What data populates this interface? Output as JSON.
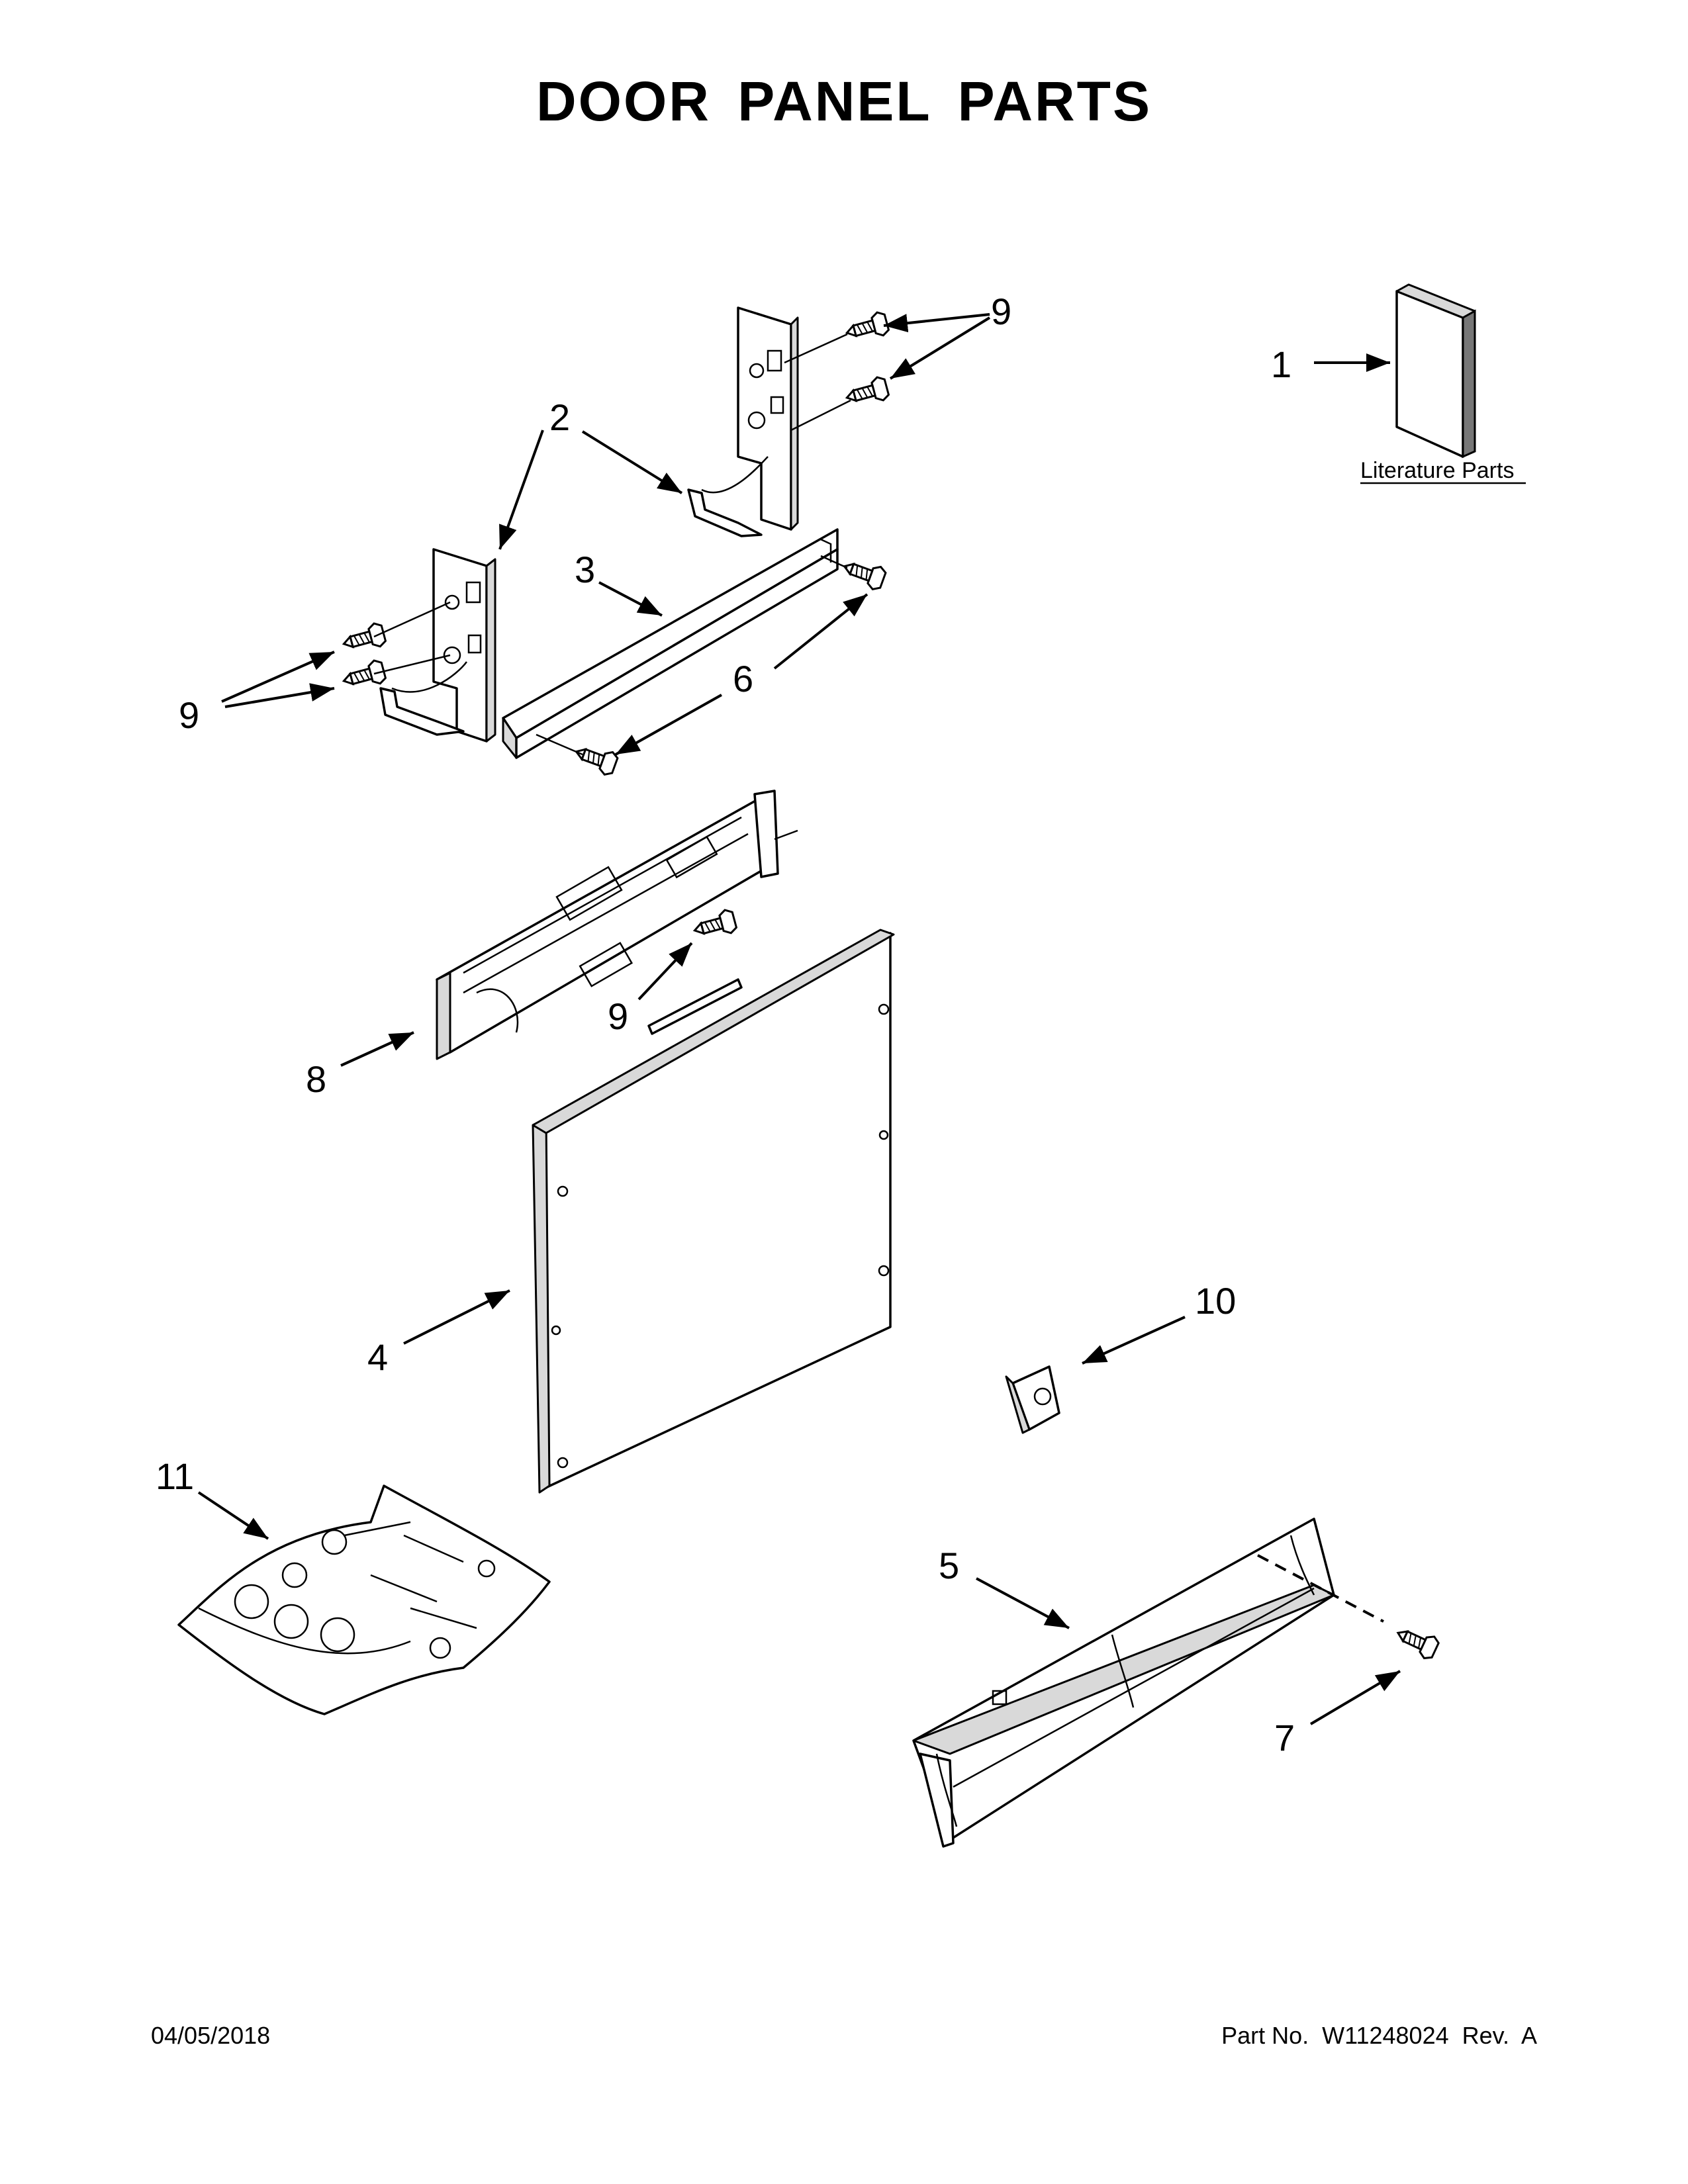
{
  "title": "DOOR PANEL PARTS",
  "footer": {
    "date": "04/05/2018",
    "part_number": "Part No.  W11248024  Rev.  A"
  },
  "literature_label": "Literature Parts",
  "callouts": {
    "c1": "1",
    "c2": "2",
    "c3": "3",
    "c4": "4",
    "c5": "5",
    "c6": "6",
    "c7": "7",
    "c8": "8",
    "c9a": "9",
    "c9b": "9",
    "c9c": "9",
    "c10": "10",
    "c11": "11"
  }
}
